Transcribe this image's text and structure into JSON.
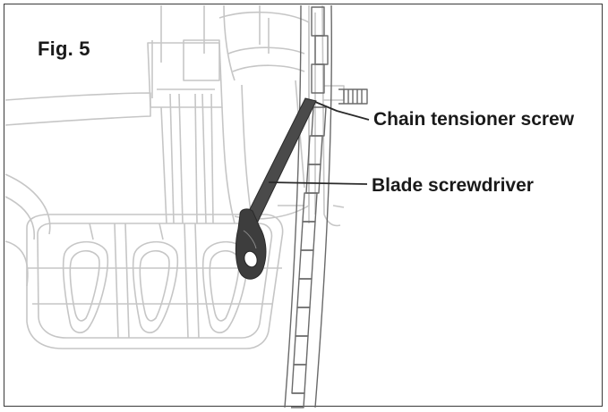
{
  "figure": {
    "label": "Fig. 5",
    "callouts": {
      "chain_tensioner_screw": "Chain tensioner screw",
      "blade_screwdriver": "Blade screwdriver"
    }
  },
  "colors": {
    "outline": "#c4c4c4",
    "frame": "#3a3a3a",
    "tool": "#3d3d3d",
    "text": "#1a1a1a"
  }
}
